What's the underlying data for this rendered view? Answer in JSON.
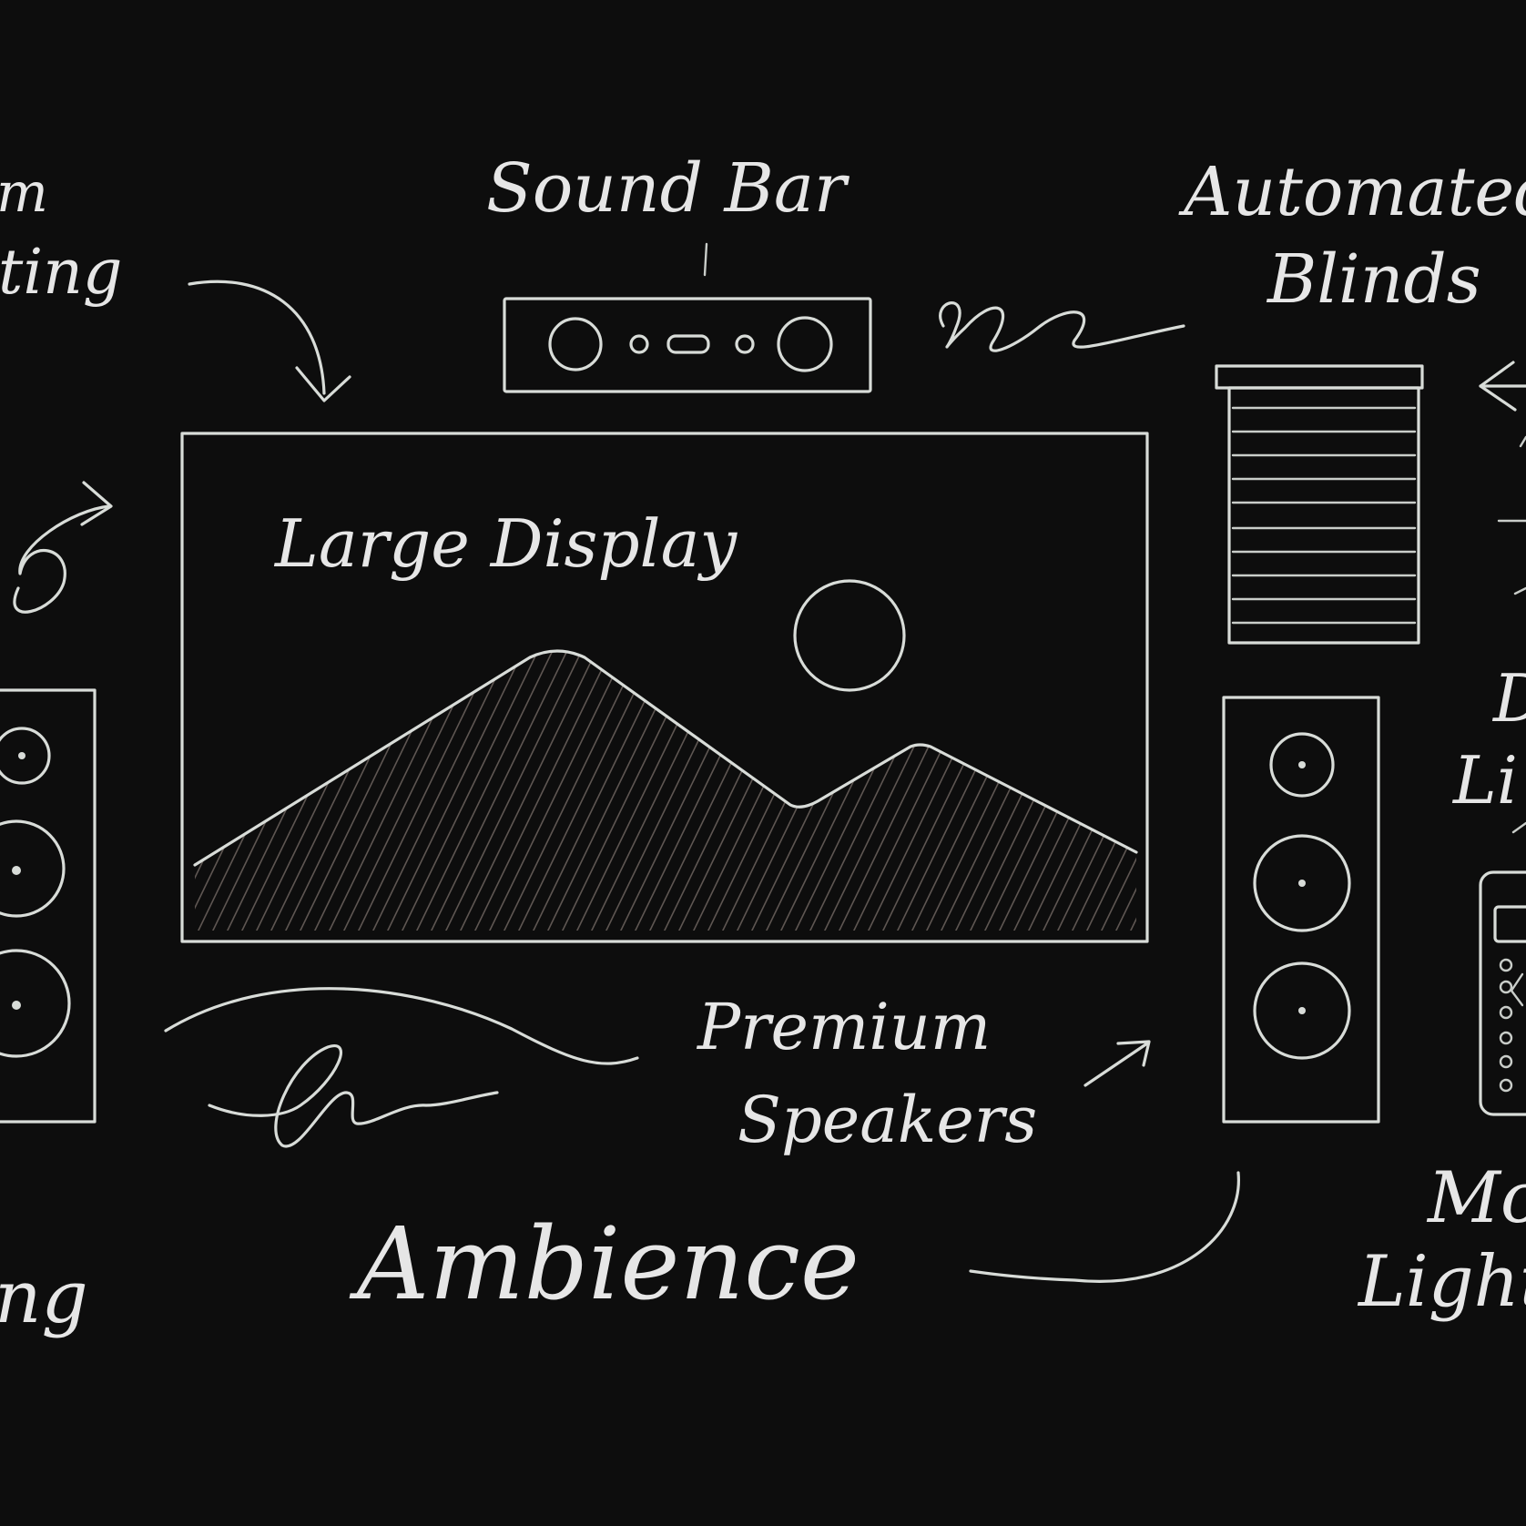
{
  "diagram": {
    "colors": {
      "background": "#0d0d0d",
      "chalk": "#e6e6e6"
    },
    "labels": {
      "left_top_1": "m",
      "left_top_2": "ting",
      "sound_bar": "Sound Bar",
      "automated_1": "Automated",
      "automated_2": "Blinds",
      "large_display": "Large Display",
      "premium_1": "Premium",
      "premium_2": "Speakers",
      "ambience": "Ambience",
      "left_bottom": "ng",
      "right_mid_1": "D",
      "right_mid_2": "Li",
      "right_bottom_1": "Mo",
      "right_bottom_2": "Light"
    }
  }
}
